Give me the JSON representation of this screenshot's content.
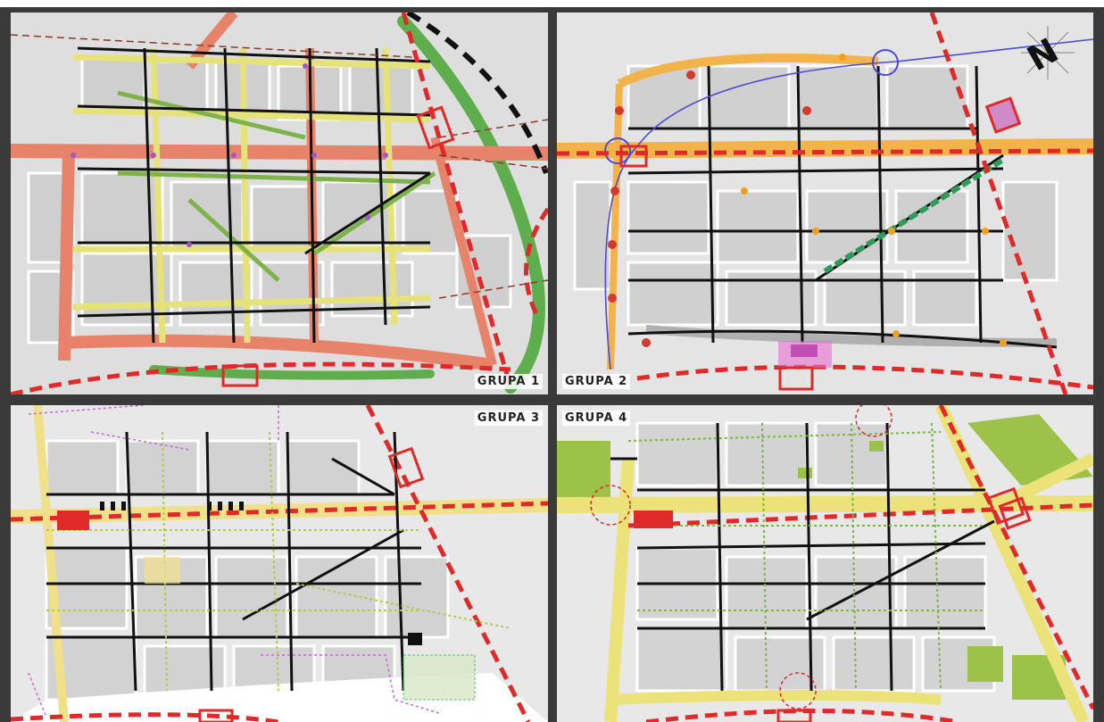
{
  "figure": {
    "panels": [
      {
        "id": "g1",
        "label": "GRUPA 1"
      },
      {
        "id": "g2",
        "label": "GRUPA 2"
      },
      {
        "id": "g3",
        "label": "GRUPA 3"
      },
      {
        "id": "g4",
        "label": "GRUPA 4"
      }
    ],
    "compass": {
      "symbol": "N",
      "icon": "north-arrow-icon"
    },
    "colors": {
      "street_black": "#111111",
      "pedestrian_yellow": "#e6e27a",
      "pedestrian_green": "#7fb24a",
      "main_axis_salmon": "#e8836b",
      "red_dashed": "#e02a2a",
      "green_belt": "#5fae4e",
      "block_gray": "#cfcfcf",
      "pink_zone": "#e76fd2",
      "purple_dotted": "#c06ad0",
      "blue_route": "#4a4ad8"
    }
  }
}
